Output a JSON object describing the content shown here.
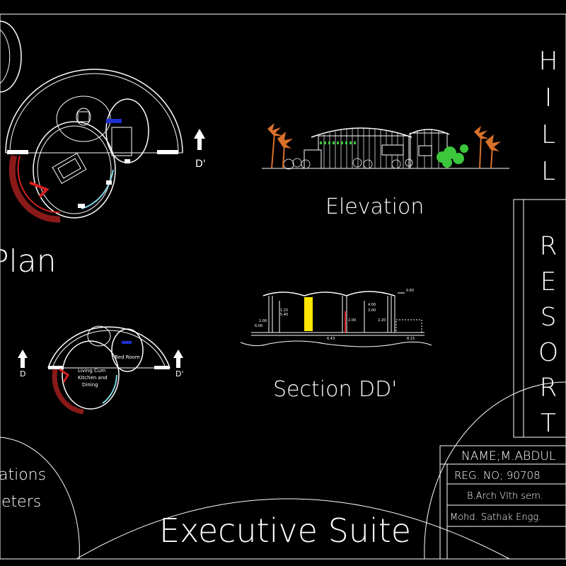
{
  "labels": {
    "plan_title": "Plan",
    "elevation_title": "Elevation",
    "section_title": "Section DD'",
    "sheet_title": "Executive Suite",
    "notes_line1": "ations",
    "notes_line2": "eters",
    "cut_d": "D",
    "cut_d_prime": "D'",
    "room_living": "Living Cum",
    "room_kitchen": "Kitchen and",
    "room_dining": "Dining",
    "room_bed": "Bed Room",
    "dim_1": "1.25",
    "dim_2": "5.40",
    "dim_3": "4.00",
    "dim_4": "3.00",
    "dim_5": "2.00",
    "dim_6": "2.20",
    "dim_7": "6.43",
    "dim_8": "8.15",
    "dim_9": "6.00",
    "dim_10": "1.00",
    "dim_11": "0.65"
  },
  "project_title": {
    "word1_letters": [
      "H",
      "I",
      "L",
      "L"
    ],
    "word2_letters": [
      "R",
      "E",
      "S",
      "O",
      "R",
      "T"
    ]
  },
  "title_block": {
    "name": "NAME;M.ABDUL",
    "reg_no": "REG. NO; 90708",
    "course": "B.Arch VIth sem.",
    "college": "Mohd. Sathak Engg."
  },
  "colors": {
    "background": "#000000",
    "lines": "#ffffff",
    "accent_red": "#d42020",
    "accent_dark_red": "#8a1a1a",
    "accent_blue": "#1e2fd0",
    "accent_cyan": "#7fd6e6",
    "accent_yellow": "#ffe600",
    "foliage_green": "#3cc63c",
    "palm_orange": "#d9712a"
  }
}
